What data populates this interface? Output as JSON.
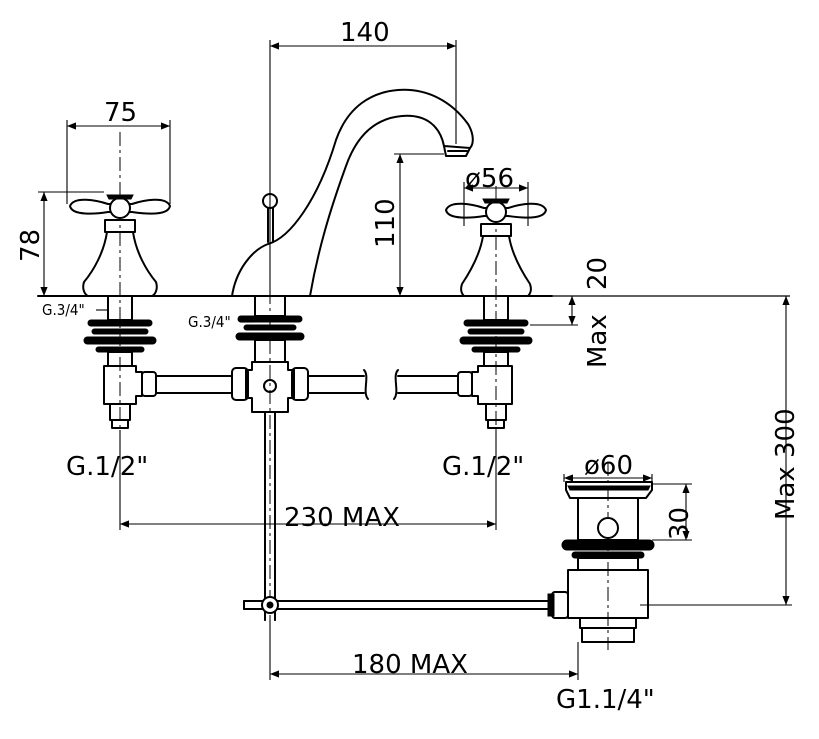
{
  "dimensions": {
    "spout_reach": "140",
    "handle_width": "75",
    "handle_height": "78",
    "spout_height": "110",
    "base_diameter": "ø56",
    "deck_thickness": "20",
    "deck_max": "Max",
    "total_height": "Max 300",
    "inlet_left": "G.1/2\"",
    "inlet_right": "G.1/2\"",
    "thread_left": "G.3/4\"",
    "thread_center": "G.3/4\"",
    "handle_spacing": "230 MAX",
    "waste_diameter": "ø60",
    "waste_height": "30",
    "waste_reach": "180 MAX",
    "waste_thread": "G1.1/4\""
  }
}
